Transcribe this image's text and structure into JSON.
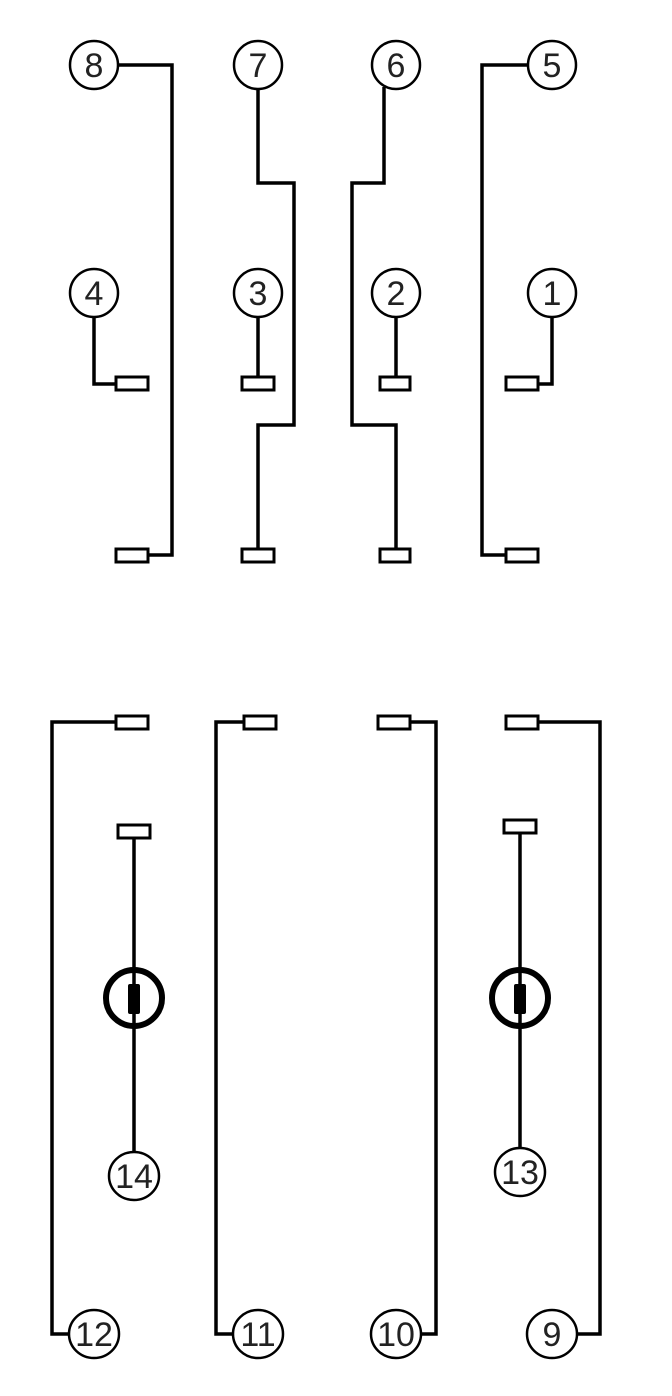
{
  "terminals": {
    "t1": "1",
    "t2": "2",
    "t3": "3",
    "t4": "4",
    "t5": "5",
    "t6": "6",
    "t7": "7",
    "t8": "8",
    "t9": "9",
    "t10": "10",
    "t11": "11",
    "t12": "12",
    "t13": "13",
    "t14": "14"
  },
  "colors": {
    "line": "#000000",
    "background": "#ffffff"
  }
}
